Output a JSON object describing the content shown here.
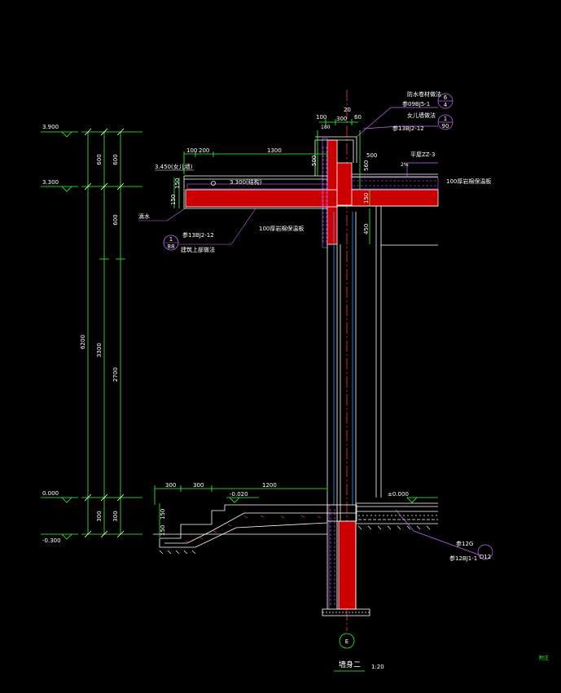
{
  "elevations": [
    {
      "id": "e1",
      "text": "3.900"
    },
    {
      "id": "e2",
      "text": "3.300"
    },
    {
      "id": "e3",
      "text": "0.000"
    },
    {
      "id": "e4",
      "text": "-0.300"
    }
  ],
  "dimensions_left": {
    "outer_total": "6200",
    "middle_upper": "600",
    "middle_main": "3300",
    "middle_lower": "300",
    "inner_top": "600",
    "inner_mid": "600",
    "inner_main": "2700",
    "inner_bottom": "300"
  },
  "top_dims": {
    "d100": "100",
    "d200": "200",
    "d1300": "1300",
    "d300": "300",
    "d20": "20",
    "d60": "60",
    "d100b": "100",
    "d180": "180"
  },
  "canopy_labels": {
    "elev_note": "3.450(女儿墙)",
    "struct_note": "3.300(结构)",
    "drip": "滴水",
    "insulation": "100厚岩棉保温板",
    "ref1": "参13BJ2-12",
    "ref1_circle_top": "1",
    "ref1_circle_bottom": "88",
    "ref1_note": "建筑上部做法",
    "d150a": "150",
    "d150b": "150",
    "d500": "500",
    "d500b": "500",
    "d560": "560",
    "d450": "450",
    "d150c": "150"
  },
  "right_labels": {
    "waterproof": "防水卷材做法",
    "ref_a": "参09BJ5-1",
    "circle_a_top": "6",
    "circle_a_bottom": "4",
    "parapet": "女儿墙做法",
    "ref_b": "参13BJ2-12",
    "circle_b_top": "1",
    "circle_b_bottom": "90",
    "roof": "平屋ZZ-3",
    "slope": "2%",
    "insulation_right": "100厚岩棉保温板"
  },
  "bottom_labels": {
    "d300a": "300",
    "d300b": "300",
    "d1200": "1200",
    "elev_step": "-0.020",
    "d150a": "150",
    "d150b": "150",
    "floor": "±0.000",
    "ref_c": "参12G",
    "ref_d": "参12BJ1-1",
    "circle_c": "D12"
  },
  "axis_label": "E",
  "title": "墙身二",
  "scale": "1:20",
  "corner_mark": "附注"
}
